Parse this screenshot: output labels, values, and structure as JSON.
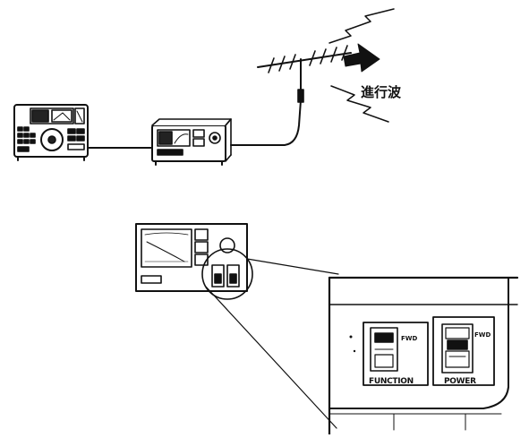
{
  "labels": {
    "traveling_wave": "進行波",
    "function_switch": "FUNCTION",
    "power_switch": "POWER",
    "fwd_upper": "FWD",
    "fwd_lower": "FWD"
  },
  "colors": {
    "ink": "#111111",
    "paper": "#ffffff",
    "shade": "#555555"
  }
}
